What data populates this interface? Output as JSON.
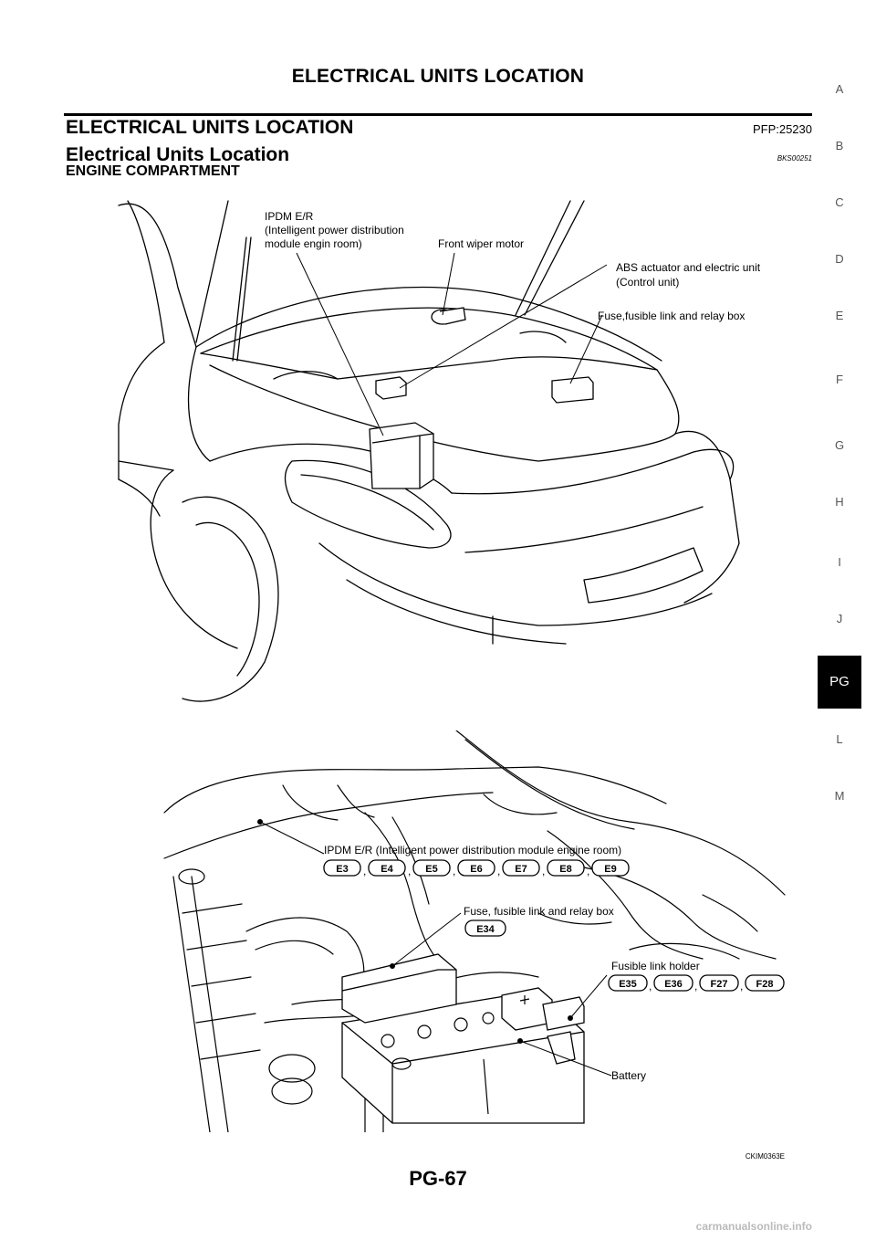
{
  "header": {
    "running_title": "ELECTRICAL UNITS LOCATION",
    "section_title": "ELECTRICAL UNITS LOCATION",
    "pfp_code": "PFP:25230",
    "subsection_title": "Electrical Units Location",
    "bks_code": "BKS00251",
    "compartment_label": "ENGINE COMPARTMENT"
  },
  "side_index": [
    "A",
    "B",
    "C",
    "D",
    "E",
    "F",
    "G",
    "H",
    "I",
    "J",
    "PG",
    "L",
    "M"
  ],
  "side_index_active": "PG",
  "figure_top": {
    "labels": {
      "ipdm_line1": "IPDM E/R",
      "ipdm_line2": "(Intelligent power distribution",
      "ipdm_line3": "module engin room)",
      "wiper": "Front wiper motor",
      "abs_line1": "ABS actuator and electric unit",
      "abs_line2": "(Control unit)",
      "fuse": "Fuse,fusible link and relay box"
    }
  },
  "figure_bottom": {
    "ipdm_label": "IPDM E/R (Intelligent power distribution module engine room)",
    "ipdm_connectors": [
      "E3",
      "E4",
      "E5",
      "E6",
      "E7",
      "E8",
      "E9"
    ],
    "fuse_label": "Fuse, fusible link and relay box",
    "fuse_connectors": [
      "E34"
    ],
    "fusible_holder_label": "Fusible link holder",
    "fusible_holder_connectors": [
      "E35",
      "E36",
      "F27",
      "F28"
    ],
    "battery_label": "Battery"
  },
  "figure_code": "CKIM0363E",
  "page_number": "PG-67",
  "watermark": "carmanualsonline.info"
}
